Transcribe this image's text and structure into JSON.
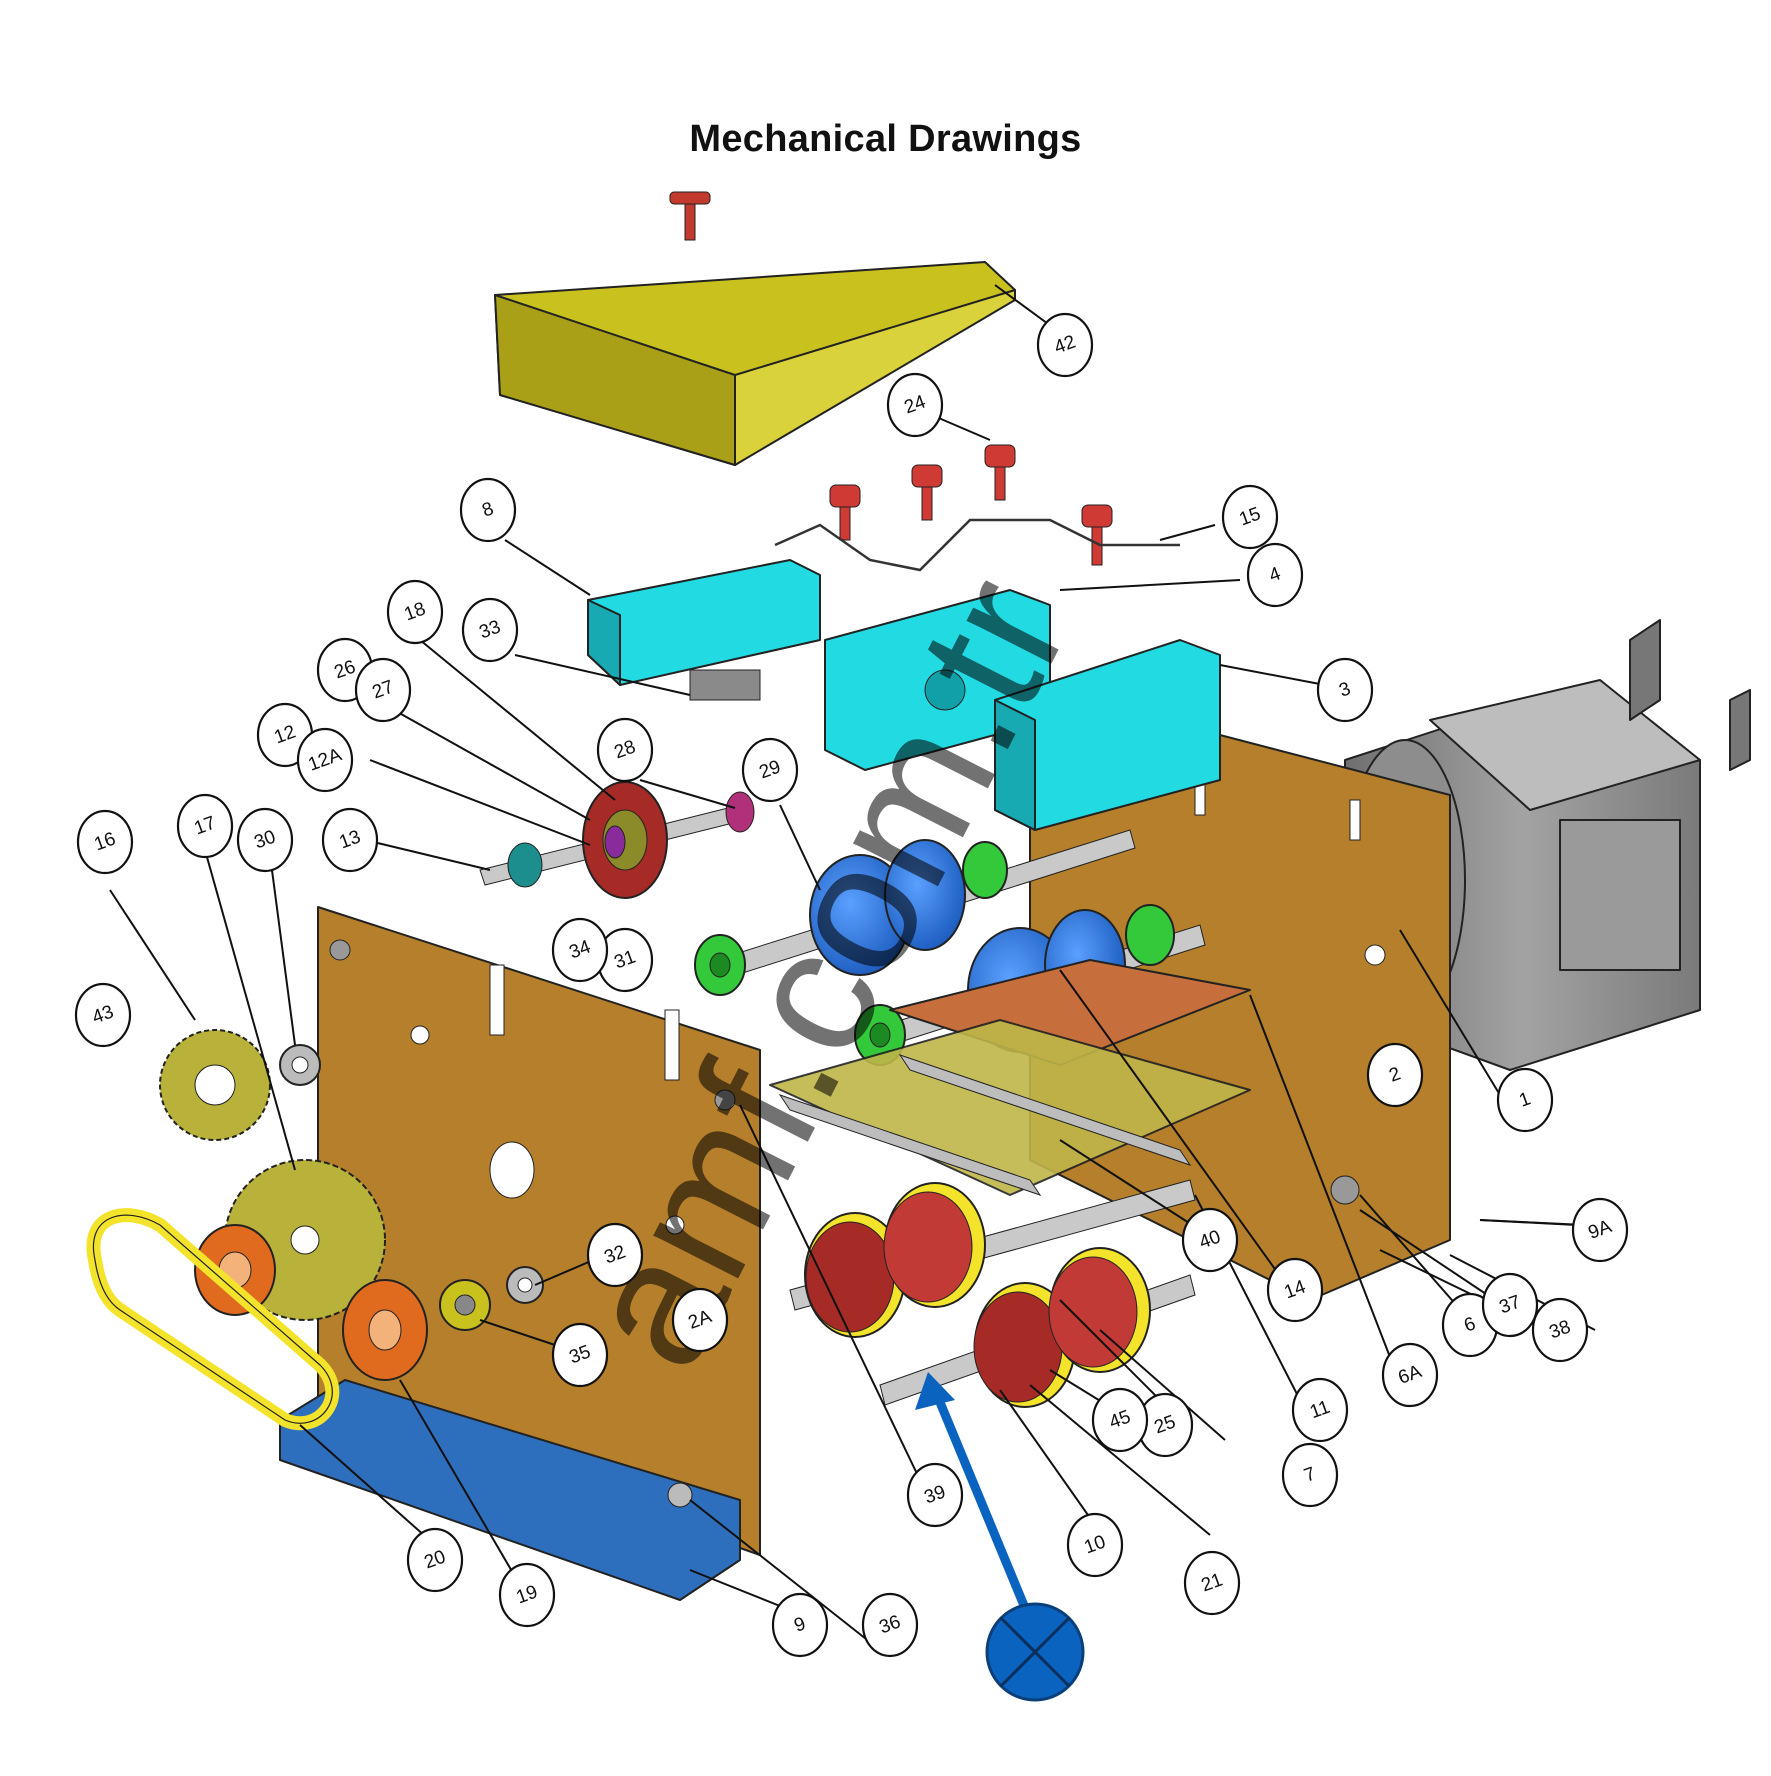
{
  "title": "Mechanical Drawings",
  "watermark": "amf.com.tr",
  "colors": {
    "cover": "#c9c11e",
    "plate": "#b57f2b",
    "bracket": "#2e6fbd",
    "cyan_block": "#22dbe2",
    "red_part": "#d03a35",
    "blue_roller": "#1f6fe0",
    "green_bushing": "#33c93a",
    "orange_pulley": "#e06a1e",
    "gear": "#b8b13a",
    "yellow_belt": "#f3e32a",
    "motor": "#8a8a8a",
    "arrow_marker": "#0b63c0"
  },
  "callouts": [
    "1",
    "2",
    "2A",
    "3",
    "4",
    "6",
    "6A",
    "7",
    "8",
    "9",
    "9A",
    "10",
    "11",
    "12",
    "12A",
    "13",
    "14",
    "15",
    "16",
    "17",
    "18",
    "19",
    "20",
    "21",
    "24",
    "25",
    "26",
    "27",
    "28",
    "29",
    "30",
    "31",
    "32",
    "33",
    "34",
    "35",
    "36",
    "37",
    "38",
    "39",
    "40",
    "42",
    "43",
    "45"
  ],
  "marker_icon": "circle-x-icon"
}
